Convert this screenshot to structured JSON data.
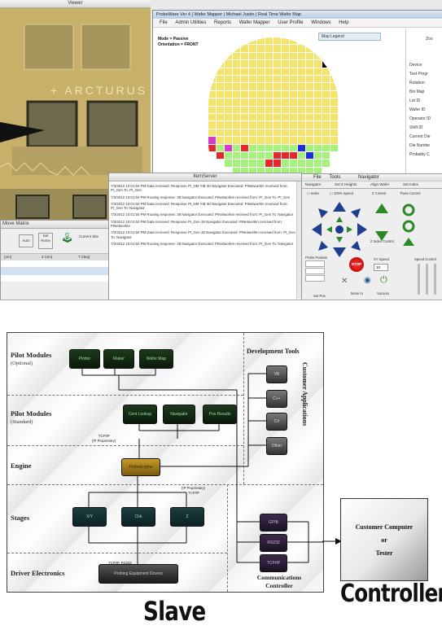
{
  "app": {
    "left_panel_title": "Viewer",
    "left_bottom_title": "Move Matrix",
    "left_bottom_buttons": [
      "Auto",
      "Set Home",
      "Current Site"
    ],
    "left_bottom_cols": [
      "(um)",
      "Z (um)",
      "T (deg)"
    ],
    "window_title_tabs": [
      "ProbeWare Ver 4",
      "Wafer Mapper",
      "Michael Justin",
      "Real Time Wafer Map"
    ],
    "menu": [
      "File",
      "Admin Utilities",
      "Reports",
      "Wafer Mapper",
      "User Profile",
      "Windows",
      "Help"
    ],
    "wafer_mode": "Mode = Passive",
    "wafer_orientation": "Orientation = FRONT",
    "map_legend": "Map Legend",
    "wafer_info_labels": [
      "Device",
      "Test Progr",
      "Rotation",
      "Bin Map",
      "Lot ID",
      "Wafer ID",
      "Operator ID",
      "Shift ID",
      "Current Die",
      "Die Numbe",
      "Probably C"
    ],
    "right_top_btn": "Zoo",
    "itemserver_title": "ItemServer",
    "log_lines": [
      "7/3/2012 10:01:50 PM Data received: Response PI_NM YIB 38 Navigator Executed: PINetworkIn received from: PI_Gen To: PI_Gen",
      "7/3/2012 10:01:50 PM Routing response: 38 Navigator Executed: PINetworkIn received from: PI_Gen To: PI_Gen",
      "7/3/2012 10:01:50 PM Data received: Response PI_NM YIB 38 Navigator Executed: PINetworkIn received from: PI_Gen To: Navigator",
      "7/3/2012 10:01:50 PM Routing response: 38 Navigator Executed: PINetworkIn received from: PI_Gen To: Navigator",
      "7/3/2012 10:01:50 PM Data received: Response PI_Gen 38 Navigator Executed: PINetworkIn received from: PINetworkIn",
      "7/3/2012 10:01:50 PM Data received: Response PI_Gen 38 Navigator Executed: PINetworkIn received from: PI_Gen To: Navigator",
      "7/3/2012 10:01:50 PM Routing response: 38 Navigator Executed: PINetworkIn received from: PI_Gen To: Navigator"
    ],
    "nav_menu": [
      "File",
      "Tools",
      "Navigator"
    ],
    "nav_tabs": [
      "Navigator",
      "Set Z Heights",
      "Align Wafer",
      "Set Index"
    ],
    "nav_checks": [
      "Index",
      "100% Speed",
      "Z Control",
      "Theta Control"
    ],
    "nav_labels": [
      "Probe Position",
      "Z Index Control",
      "XY Speed",
      "Speed Control",
      "Move to",
      "Set Pos",
      "Vacuum"
    ],
    "nav_stop": "STOP",
    "nav_speed_val": "10",
    "wafer_grid": [
      "....yyyyyyy.....",
      "..yyyyyyyyyyy...",
      ".yyyyyyyyyyyyyy.",
      ".yyyyyyyyyyyyyK.",
      "yyyyyyyyyyyyyyyy",
      "yyyyyyyyyyyyyyyy",
      "yyyyyyyyyyyyyyyy",
      "yyyyyyyyyyyyyyyy",
      "yyyyyyyyyyyyyyyy",
      "yyyyyyyyyyyyyyyy",
      "yyyyyyyyyyyyyyyy",
      "yyyyyyyyyyyyyyyy",
      "yyyyyyyyyyyyyyyy",
      "Myyyyyyyyyyyyyyy",
      "RgPgRggggggBgggg",
      ".RggggggRRRgBgg.",
      "..gggggRRgggggg.",
      "...ggggggggggg..",
      ".....gggggggg..."
    ],
    "colors": {
      "yellow": "#f4e36b",
      "green": "#a6f07e",
      "red": "#e4282b",
      "blue": "#1e2fd6",
      "magenta": "#d63ac8",
      "black": "#000000"
    }
  },
  "diagram": {
    "layers": [
      {
        "label": "Pilot Modules",
        "sub": "(Optional)"
      },
      {
        "label": "Pilot Modules",
        "sub": "(Standard)"
      },
      {
        "label": "Engine",
        "sub": ""
      },
      {
        "label": "Stages",
        "sub": ""
      },
      {
        "label": "Driver Electronics",
        "sub": ""
      }
    ],
    "optional_modules": [
      "Plotter",
      "Maker",
      "Wafer Map"
    ],
    "standard_modules": [
      "Cent Lookup",
      "Navigator",
      "Pos Results"
    ],
    "engine_module": "ProbeEngine",
    "stage_modules": [
      "X/Y",
      "Chk",
      "Z"
    ],
    "driver_module": "Probing Equipment Drivers",
    "dev_tools_title": "Development Tools",
    "customer_apps_label": "Customer Applications",
    "customer_apps": [
      "VB",
      "C++",
      "C#",
      "Other"
    ],
    "comm_modules": [
      "GPIB",
      "RS232",
      "TCP/IP"
    ],
    "comm_label_1": "Communications",
    "comm_label_2": "Controller",
    "note_tcpip_1": "TCP/IP",
    "note_tcpip_1b": "(IP Proprietary)",
    "note_tcpip_2": "(IP Proprietary)",
    "note_tcpip_2b": "TCP/IP",
    "note_rs232": "TCP/IP, RS232",
    "controller_line1": "Customer Computer",
    "controller_line2": "or",
    "controller_line3": "Tester",
    "slave_label": "Slave",
    "controller_label": "Controller"
  }
}
